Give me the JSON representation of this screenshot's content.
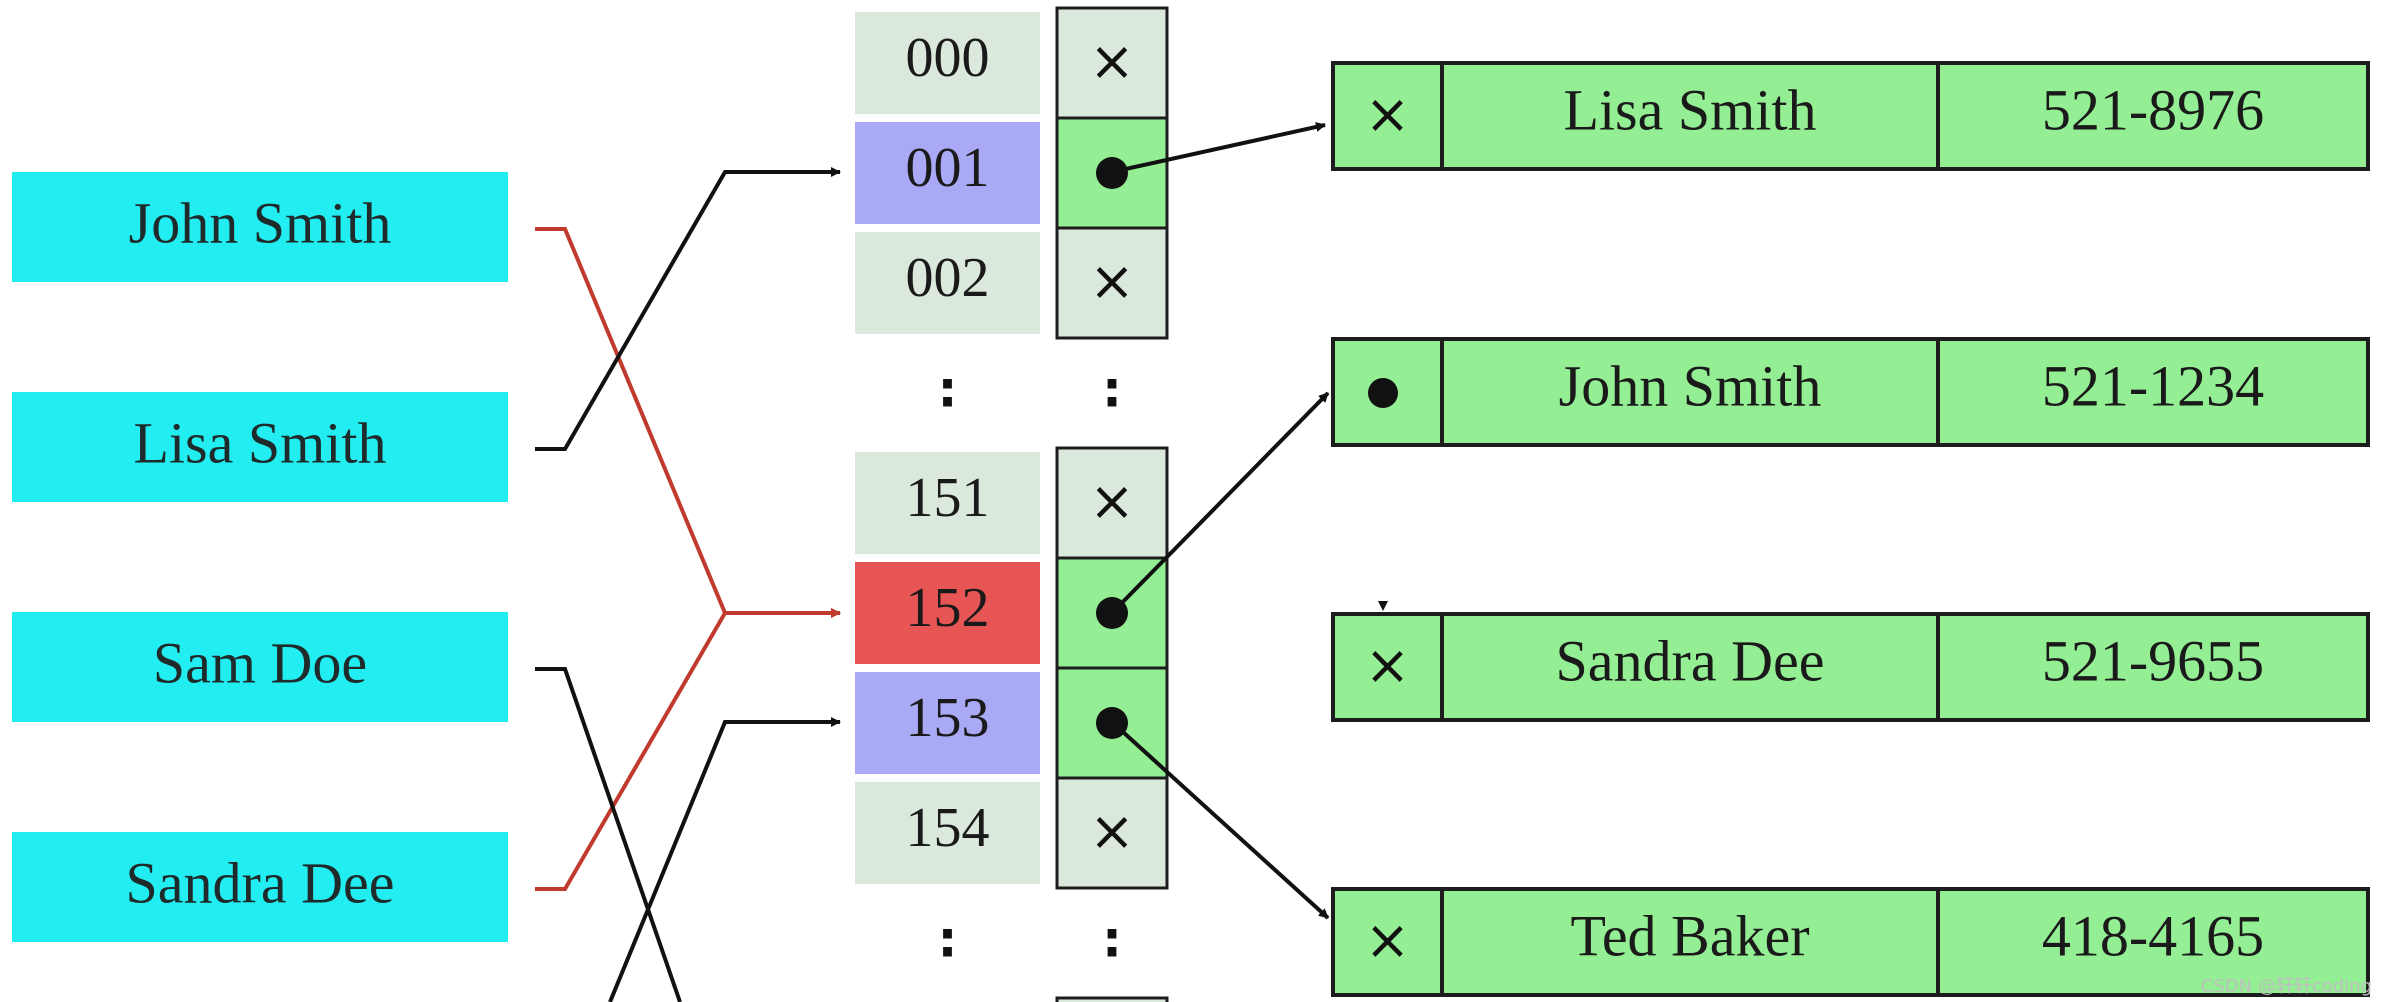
{
  "colors": {
    "key_bg": "#22eef2",
    "index_bg": "#dbe8dc",
    "index_pointed": "#a9a9f5",
    "index_collision": "#e85555",
    "bucket_bg": "#b6e8b6",
    "record_bg": "#94ef94",
    "line": "#111111",
    "collision_line": "#c03a2e"
  },
  "keys": [
    {
      "id": "john",
      "label": "John Smith"
    },
    {
      "id": "lisa",
      "label": "Lisa Smith"
    },
    {
      "id": "sam",
      "label": "Sam Doe"
    },
    {
      "id": "sandra",
      "label": "Sandra Dee"
    }
  ],
  "buckets": [
    {
      "index": "000",
      "state": "plain",
      "slot": "empty",
      "empty_mark": "×"
    },
    {
      "index": "001",
      "state": "pointed",
      "slot": "filled",
      "empty_mark": ""
    },
    {
      "index": "002",
      "state": "plain",
      "slot": "empty",
      "empty_mark": "×"
    },
    {
      "index": ":",
      "state": "gap",
      "slot": "gap",
      "empty_mark": ":"
    },
    {
      "index": "151",
      "state": "plain",
      "slot": "empty",
      "empty_mark": "×"
    },
    {
      "index": "152",
      "state": "collision",
      "slot": "filled",
      "empty_mark": ""
    },
    {
      "index": "153",
      "state": "pointed",
      "slot": "filled",
      "empty_mark": ""
    },
    {
      "index": "154",
      "state": "plain",
      "slot": "empty",
      "empty_mark": "×"
    },
    {
      "index": ":",
      "state": "gap",
      "slot": "gap",
      "empty_mark": ":"
    }
  ],
  "records": [
    {
      "id": "rec-lisa",
      "link": "×",
      "name": "Lisa Smith",
      "phone": "521-8976"
    },
    {
      "id": "rec-john",
      "link": "",
      "name": "John Smith",
      "phone": "521-1234"
    },
    {
      "id": "rec-sandra",
      "link": "×",
      "name": "Sandra Dee",
      "phone": "521-9655"
    },
    {
      "id": "rec-ted",
      "link": "×",
      "name": "Ted Baker",
      "phone": "418-4165"
    }
  ],
  "watermark": "CSDN @轩轩coding"
}
